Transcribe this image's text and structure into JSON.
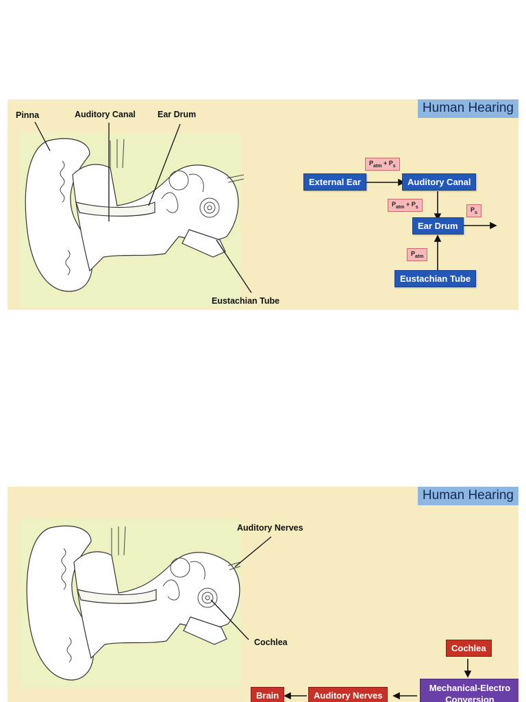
{
  "slide1": {
    "title": "Human Hearing",
    "labels": {
      "pinna": "Pinna",
      "auditory_canal": "Auditory Canal",
      "ear_drum": "Ear Drum",
      "eustachian_tube": "Eustachian Tube"
    },
    "flow": {
      "external_ear": "External Ear",
      "auditory_canal": "Auditory Canal",
      "ear_drum": "Ear Drum",
      "eustachian_tube": "Eustachian Tube",
      "pressure_top": {
        "p": "P",
        "sub1": "atm",
        "plus": " + P",
        "sub2": "s"
      },
      "pressure_mid": {
        "p": "P",
        "sub1": "atm",
        "plus": " + P",
        "sub2": "s"
      },
      "pressure_out": {
        "p": "P",
        "sub1": "s"
      },
      "pressure_bottom": {
        "p": "P",
        "sub1": "atm"
      }
    }
  },
  "slide2": {
    "title": "Human Hearing",
    "labels": {
      "auditory_nerves": "Auditory Nerves",
      "cochlea": "Cochlea"
    },
    "flow": {
      "cochlea": "Cochlea",
      "mechanical_line1": "Mechanical-Electro",
      "mechanical_line2": "Conversion",
      "auditory_nerves": "Auditory Nerves",
      "brain": "Brain"
    }
  },
  "colors": {
    "slide_bg": "#f6ecc0",
    "title_bg": "#8db6e0",
    "blue_box": "#2358b8",
    "pink_box": "#f6b8b8",
    "red_box": "#c83226",
    "purple_box": "#6a3fa8"
  }
}
